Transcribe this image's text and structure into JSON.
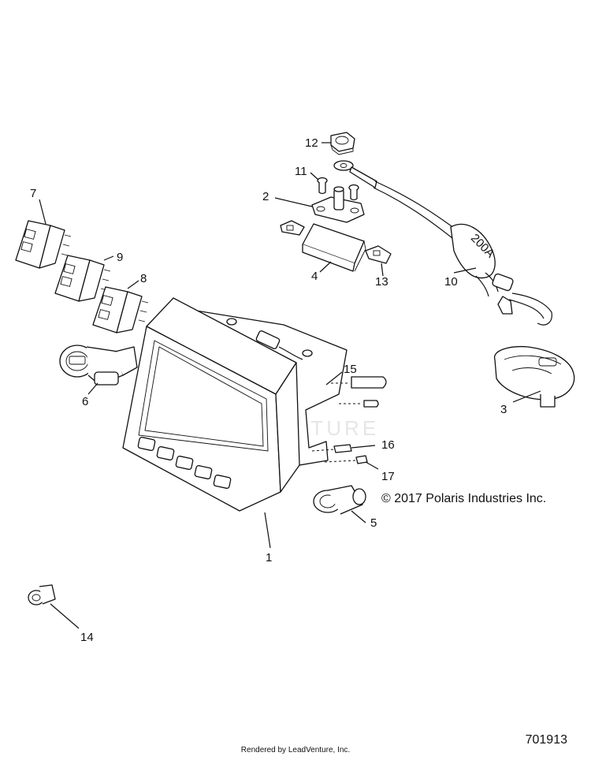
{
  "callouts": {
    "c1": "1",
    "c2": "2",
    "c3": "3",
    "c4": "4",
    "c5": "5",
    "c6": "6",
    "c7": "7",
    "c8": "8",
    "c9": "9",
    "c10": "10",
    "c11": "11",
    "c12": "12",
    "c13": "13",
    "c14": "14",
    "c15": "15",
    "c16": "16",
    "c17": "17"
  },
  "part_markings": {
    "fuse_rating": "200A"
  },
  "watermark": "LEADVENTURE",
  "copyright": "© 2017 Polaris Industries Inc.",
  "drawing_number": "701913",
  "render_credit": "Rendered by LeadVenture, Inc."
}
